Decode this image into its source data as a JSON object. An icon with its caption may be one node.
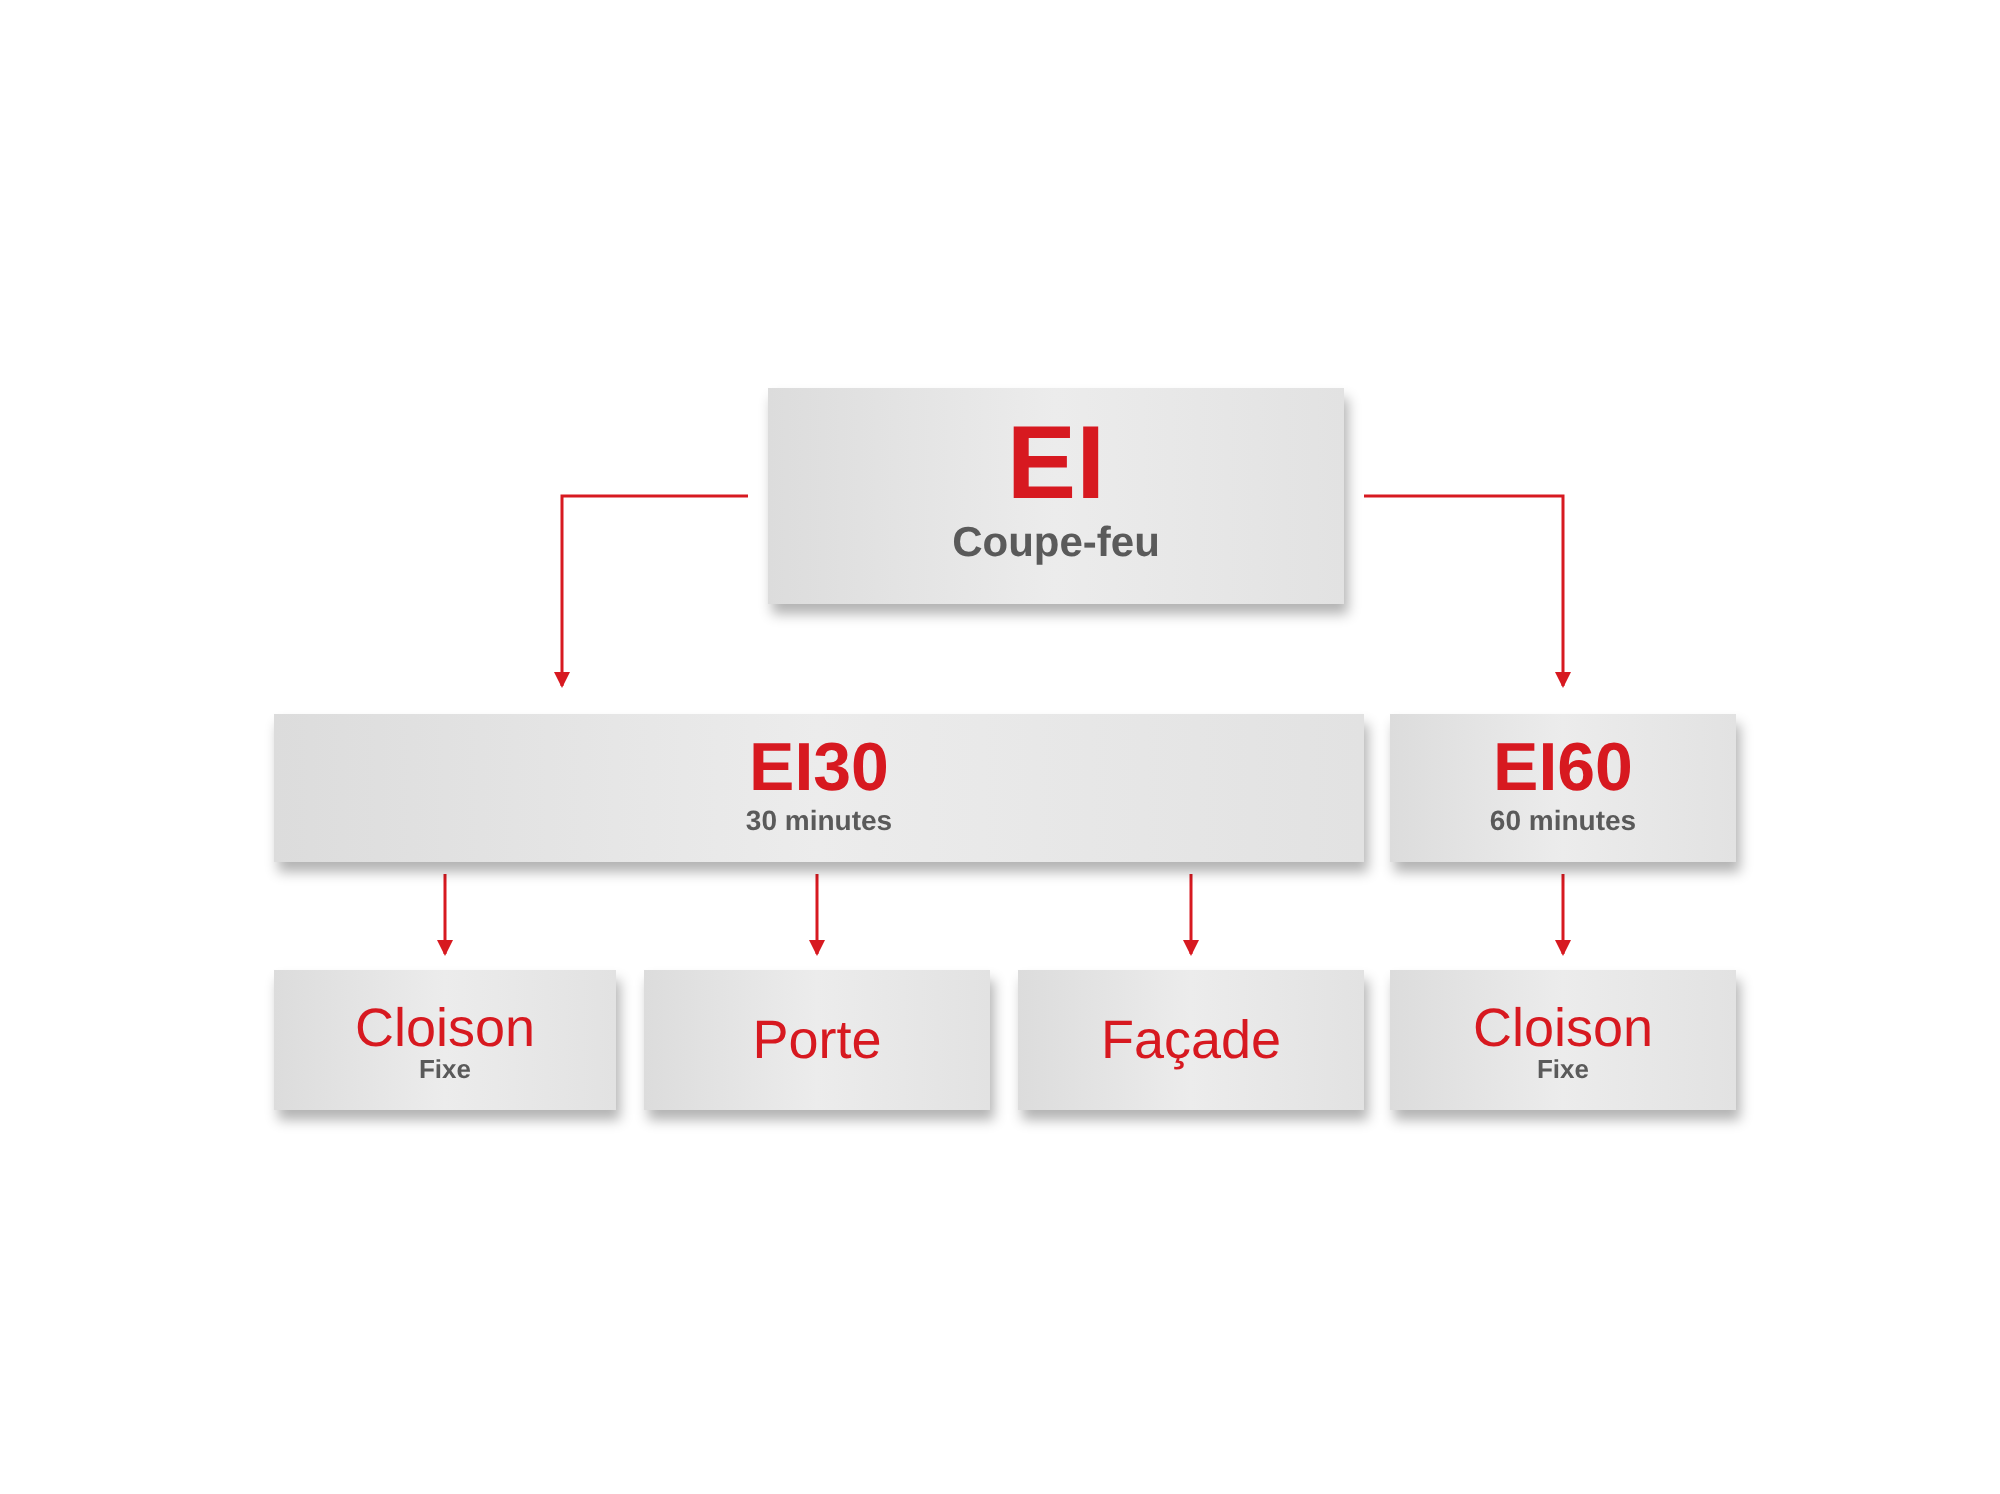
{
  "diagram": {
    "nodes": [
      {
        "text": [
          "EI",
          "Coupe-feu"
        ]
      },
      {
        "text": [
          "EI30",
          "30 minutes"
        ]
      },
      {
        "text": [
          "EI60",
          "60 minutes"
        ]
      },
      {
        "text": [
          "Cloison",
          "Fixe"
        ]
      },
      {
        "text": [
          "Porte"
        ]
      },
      {
        "text": [
          "Façade"
        ]
      },
      {
        "text": [
          "Cloison",
          "Fixe"
        ]
      }
    ],
    "edges": [
      {
        "from": 0,
        "to": 1,
        "arrow": "to"
      },
      {
        "from": 0,
        "to": 2,
        "arrow": "to"
      },
      {
        "from": 1,
        "to": 3,
        "arrow": "to"
      },
      {
        "from": 1,
        "to": 4,
        "arrow": "to"
      },
      {
        "from": 1,
        "to": 5,
        "arrow": "to"
      },
      {
        "from": 2,
        "to": 6,
        "arrow": "to"
      }
    ]
  }
}
